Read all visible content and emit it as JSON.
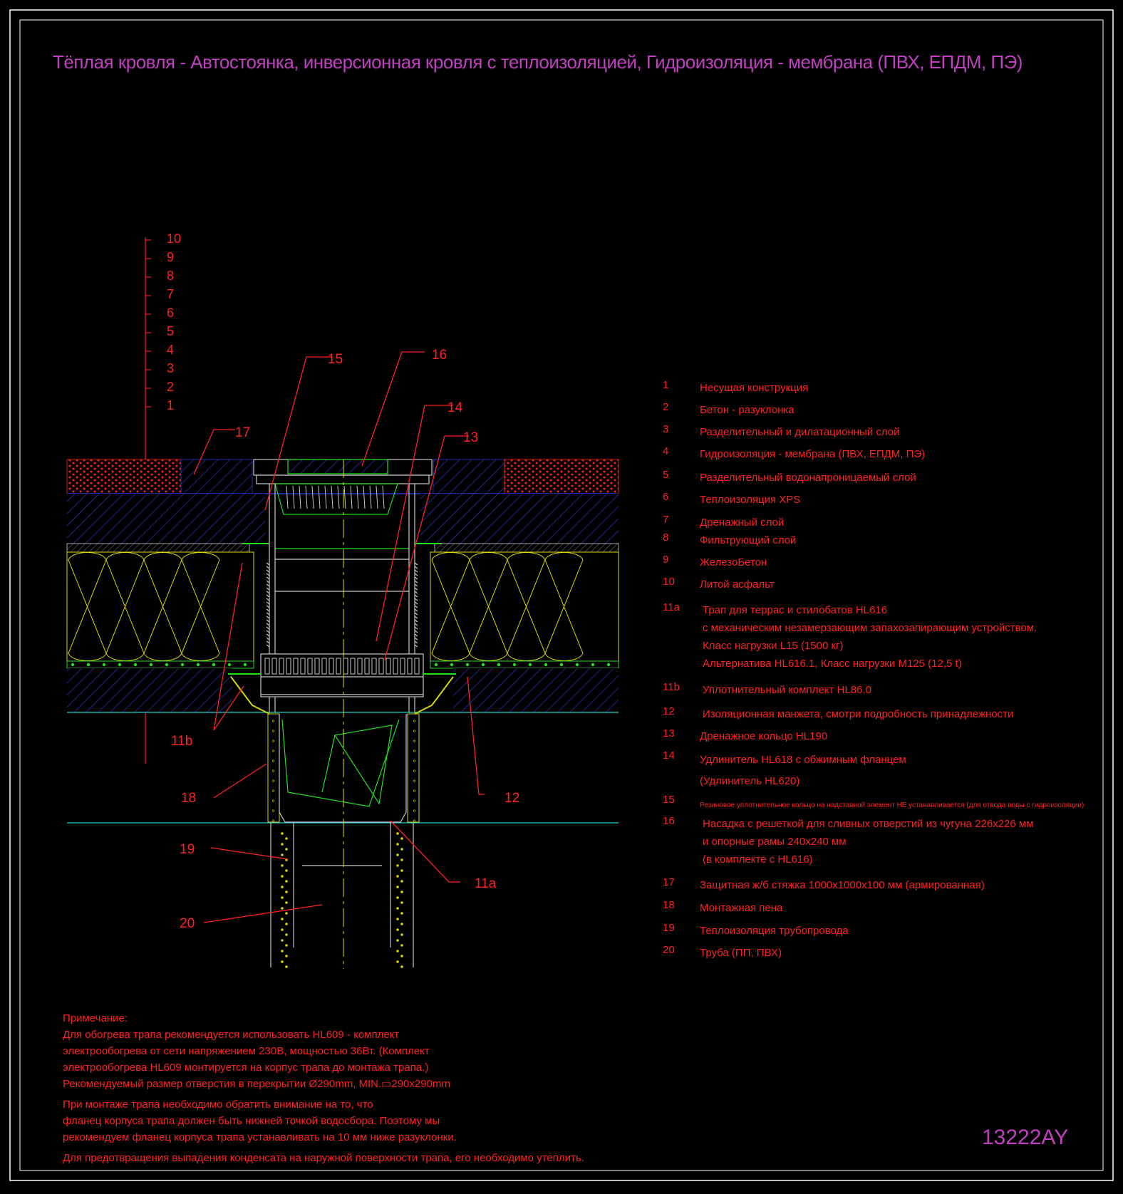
{
  "title": "Тёплая кровля - Автостоянка, инверсионная кровля с теплоизоляцией, Гидроизоляция - мембрана (ПВХ, ЕПДМ, ПЭ)",
  "drawing_code": "13222AY",
  "colors": {
    "background": "#000000",
    "text_red": "#ff2020",
    "title_magenta": "#c040c0",
    "frame": "#ffffff",
    "axis_yellow": "#e0e000",
    "hatch_blue": "#3040d0",
    "green_layer": "#20e020",
    "cyan_line": "#20d0d0"
  },
  "scale_labels": [
    "10",
    "9",
    "8",
    "7",
    "6",
    "5",
    "4",
    "3",
    "2",
    "1"
  ],
  "callouts": [
    "15",
    "16",
    "14",
    "13",
    "17",
    "11b",
    "18",
    "12",
    "19",
    "11a",
    "20"
  ],
  "legend": [
    {
      "num": "1",
      "lines": [
        "Несущая конструкция"
      ]
    },
    {
      "num": "2",
      "lines": [
        "Бетон - разуклонка"
      ]
    },
    {
      "num": "3",
      "lines": [
        "Разделительный и дилатационный слой"
      ]
    },
    {
      "num": "4",
      "lines": [
        "Гидроизоляция - мембрана (ПВХ, ЕПДМ, ПЭ)"
      ]
    },
    {
      "num": "5",
      "lines": [
        "Разделительный водонапроницаемый слой"
      ]
    },
    {
      "num": "6",
      "lines": [
        "Теплоизоляция XPS"
      ]
    },
    {
      "num": "7",
      "lines": [
        "Дренажный слой"
      ]
    },
    {
      "num": "8",
      "lines": [
        "Фильтрующий слой"
      ]
    },
    {
      "num": "9",
      "lines": [
        "ЖелезоБетон"
      ]
    },
    {
      "num": "10",
      "lines": [
        "Литой асфальт"
      ]
    },
    {
      "num": "11a",
      "lines": [
        "Трап для террас и стилобатов HL616",
        "с механическим незамерзающим запахозапирающим устройством.",
        "Класс нагрузки L15 (1500 кг)",
        "Альтернатива HL616.1, Класс нагрузки M125 (12,5 t)"
      ]
    },
    {
      "num": "11b",
      "lines": [
        "Уплотнительный комплект HL86.0"
      ]
    },
    {
      "num": "12",
      "lines": [
        "Изоляционная  манжета, смотри подробность принадлежности"
      ]
    },
    {
      "num": "13",
      "lines": [
        "Дренажное кольцо HL190"
      ]
    },
    {
      "num": "14",
      "lines": [
        "Удлинитель HL618 с обжимным фланцем",
        "(Удлинитель HL620)"
      ]
    },
    {
      "num": "15",
      "lines": [
        "Резиновое уплотнительное кольцо на надставной элемент НЕ устанавливается (для отвода воды с гидроизоляции)"
      ]
    },
    {
      "num": "16",
      "lines": [
        "Насадка с решеткой для сливных отверстий из чугуна 226x226 мм",
        "и опорные рамы 240x240 мм",
        "(в комплекте с HL616)"
      ]
    },
    {
      "num": "17",
      "lines": [
        "Защитная ж/б стяжка 1000х1000х100 мм (армированная)"
      ]
    },
    {
      "num": "18",
      "lines": [
        "Монтажная пена"
      ]
    },
    {
      "num": "19",
      "lines": [
        "Теплоизоляция трубопровода"
      ]
    },
    {
      "num": "20",
      "lines": [
        "Труба (ПП, ПВХ)"
      ]
    }
  ],
  "notes": {
    "heading": "Примечание:",
    "para1": [
      "Для обогрева трапа рекомендуется использовать HL609 - комплект",
      "электрообогрева от сети напряжением 230В, мощностью 36Вт. (Комплект",
      "электрообогрева HL609 монтируется на корпус трапа до монтажа трапа.)",
      "Рекомендуемый размер отверстия в перекрытии Ø290mm, MIN.▭290x290mm"
    ],
    "para2": [
      "При монтаже трапа необходимо обратить внимание на то, что",
      "фланец корпуса трапа должен быть нижней точкой водосбора. Поэтому мы",
      "рекомендуем фланец корпуса трапа устанавливать на 10 мм ниже разуклонки."
    ],
    "para3": [
      "Для предотвращения выпадения конденсата на наружной поверхности трапа, его необходимо утеплить."
    ]
  }
}
